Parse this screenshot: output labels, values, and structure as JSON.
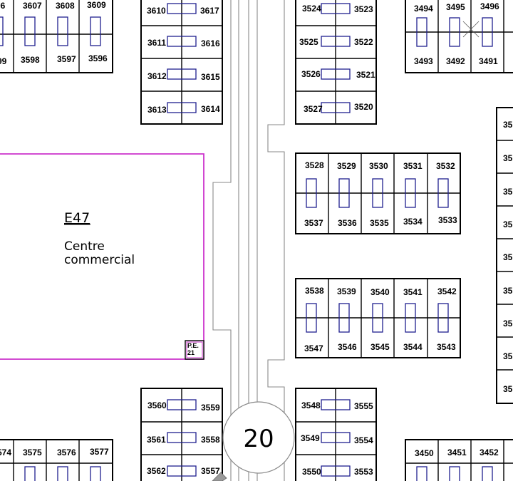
{
  "colors": {
    "lines": "#000000",
    "stalls": "#1f1f8f",
    "zone_border": "#cc33cc",
    "road_edge": "#8a8a8a",
    "background": "#ffffff"
  },
  "zone": {
    "code": "E47",
    "name_line1": "Centre",
    "name_line2": "commercial",
    "pe_line1": "P.E.",
    "pe_line2": "21"
  },
  "road": {
    "number": "20"
  },
  "plots": {
    "block_a_top": [
      "06",
      "3607",
      "3608",
      "3609"
    ],
    "block_a_bottom": [
      "99",
      "3598",
      "3597",
      "3596"
    ],
    "block_b_left": [
      "3610",
      "3611",
      "3612",
      "3613"
    ],
    "block_b_right": [
      "3617",
      "3616",
      "3615",
      "3614"
    ],
    "block_c_left": [
      "3524",
      "3525",
      "3526",
      "3527"
    ],
    "block_c_right": [
      "3523",
      "3522",
      "3521",
      "3520"
    ],
    "block_d_top": [
      "3494",
      "3495",
      "3496"
    ],
    "block_d_bottom": [
      "3493",
      "3492",
      "3491"
    ],
    "block_e_top": [
      "3528",
      "3529",
      "3530",
      "3531",
      "3532"
    ],
    "block_e_bottom": [
      "3537",
      "3536",
      "3535",
      "3534",
      "3533"
    ],
    "block_f_top": [
      "3538",
      "3539",
      "3540",
      "3541",
      "3542"
    ],
    "block_f_bottom": [
      "3547",
      "3546",
      "3545",
      "3544",
      "3543"
    ],
    "block_g_left": [
      "3560",
      "3561",
      "3562"
    ],
    "block_g_right": [
      "3559",
      "3558",
      "3557"
    ],
    "block_h_left": [
      "3548",
      "3549",
      "3550"
    ],
    "block_h_right": [
      "3555",
      "3554",
      "3553"
    ],
    "block_i": [
      "574",
      "3575",
      "3576",
      "3577"
    ],
    "block_j": [
      "3450",
      "3451",
      "3452"
    ],
    "block_k": [
      "35",
      "35",
      "35",
      "35",
      "35",
      "35",
      "35",
      "35",
      "35"
    ]
  }
}
